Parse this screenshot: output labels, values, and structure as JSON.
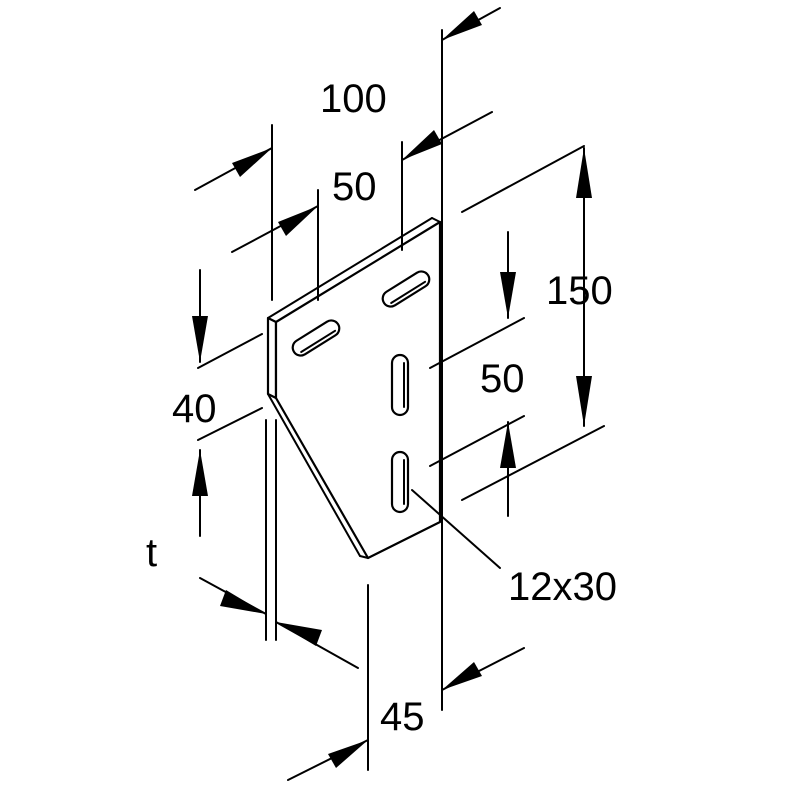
{
  "dimensions": {
    "width_overall": "100",
    "width_hole_spacing": "50",
    "height_overall": "150",
    "height_hole_spacing": "50",
    "edge_distance": "40",
    "thickness": "t",
    "slot_size": "12x30",
    "depth": "45"
  }
}
